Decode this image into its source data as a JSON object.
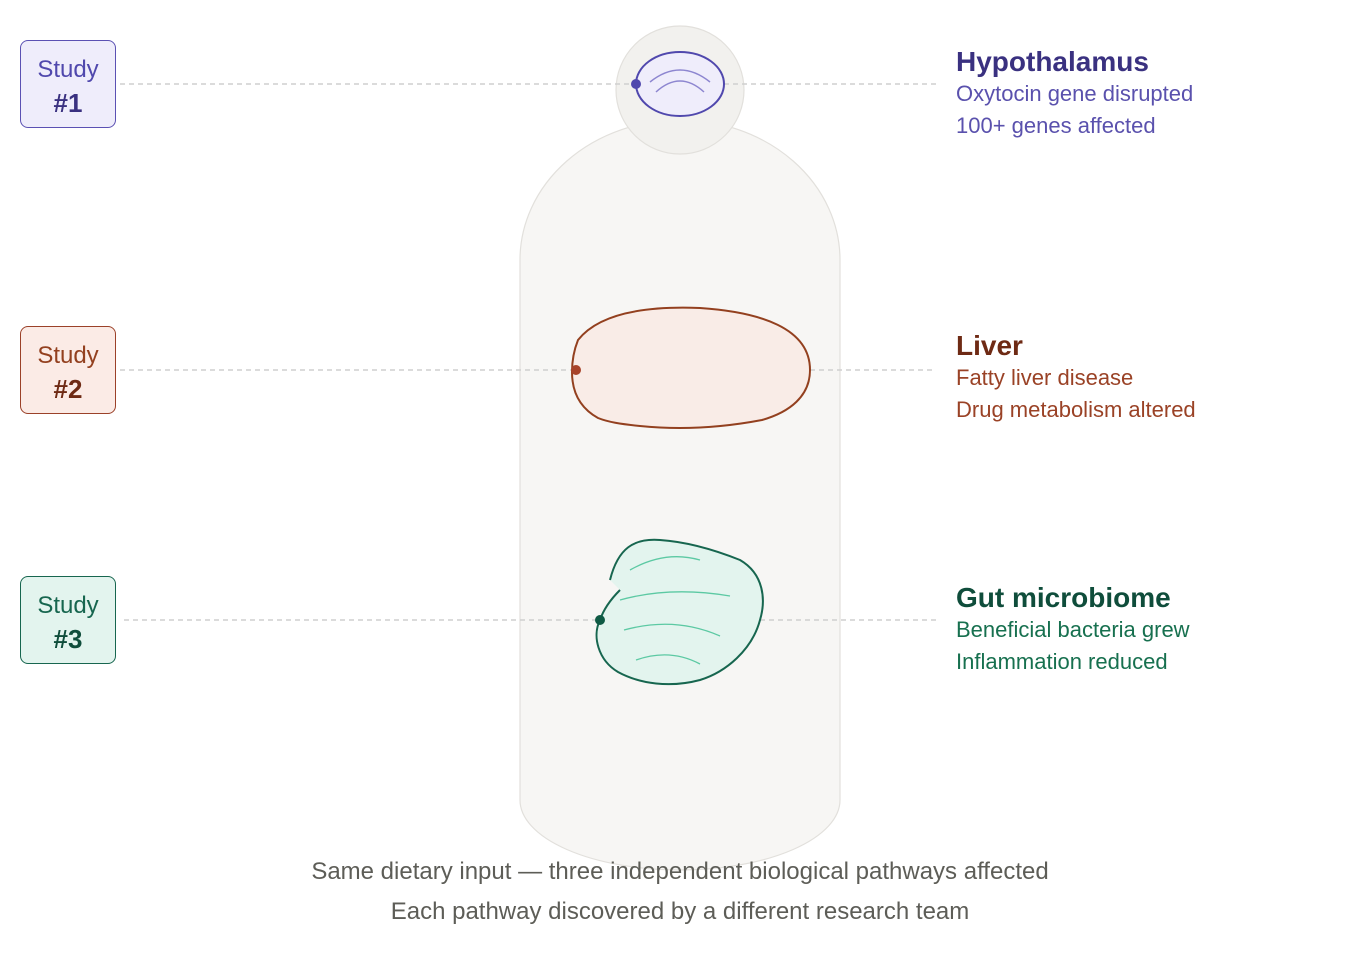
{
  "studies": [
    {
      "label": "Study",
      "number": "#1"
    },
    {
      "label": "Study",
      "number": "#2"
    },
    {
      "label": "Study",
      "number": "#3"
    }
  ],
  "organs": [
    {
      "title": "Hypothalamus",
      "details": [
        "Oxytocin gene disrupted",
        "100+ genes affected"
      ],
      "color": "#3a3180",
      "fill": "#efedfb"
    },
    {
      "title": "Liver",
      "details": [
        "Fatty liver disease",
        "Drug metabolism altered"
      ],
      "color": "#93401f",
      "fill": "#f9ece7"
    },
    {
      "title": "Gut microbiome",
      "details": [
        "Beneficial bacteria grew",
        "Inflammation reduced"
      ],
      "color": "#0f4d3b",
      "fill": "#e3f4ee"
    }
  ],
  "caption": {
    "line1": "Same dietary input — three independent biological pathways affected",
    "line2": "Each pathway discovered by a different research team"
  },
  "colors": {
    "body_fill": "#f7f6f4",
    "body_stroke": "#e2e0dc",
    "connector": "#cfcfcf",
    "caption": "#5d5d57"
  }
}
